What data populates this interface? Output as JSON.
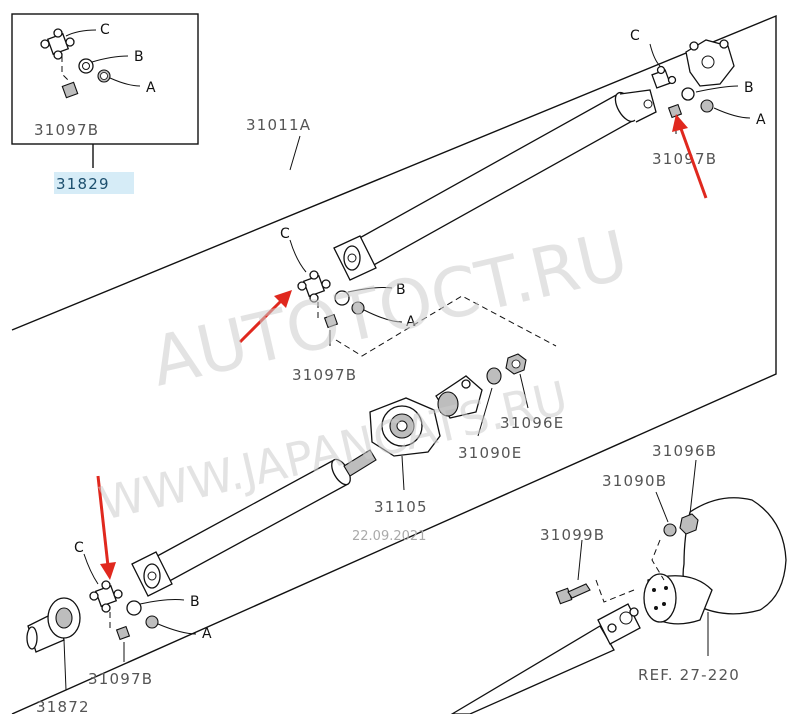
{
  "diagram": {
    "part_numbers": {
      "inset_kit_bottom": "31097B",
      "inset_group": "31829",
      "shaft_front": "31011A",
      "top_right_kit": "31097B",
      "middle_kit": "31097B",
      "nut_washer_1": "31096E",
      "bolt_1": "31090E",
      "center_bearing": "31105",
      "nut_2": "31096B",
      "bolt_2": "31090B",
      "bolt_3": "31099B",
      "bottom_kit": "31097B",
      "flange": "31872",
      "ref_label": "REF. 27-220"
    },
    "callouts": {
      "c": "C",
      "b": "B",
      "a": "A"
    },
    "watermark_1": "AUTOTOCT.RU",
    "watermark_2": "WWW.JAPANCATS.RU",
    "date": "22.09.2021"
  },
  "colors": {
    "arrow": "#e0281e",
    "highlight": "#d6ecf7",
    "label_gray": "#555555"
  }
}
